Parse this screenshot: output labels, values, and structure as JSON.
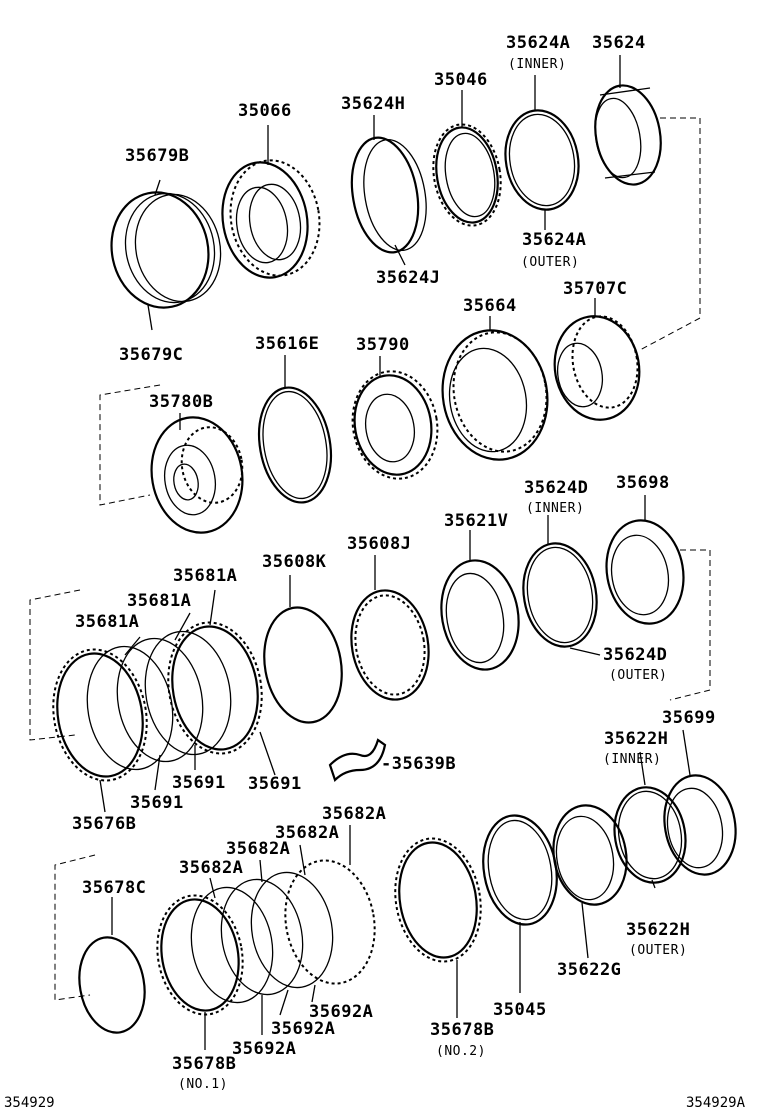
{
  "labels": {
    "p35624A_top": "35624A",
    "p35624A_inner": "(INNER)",
    "p35624": "35624",
    "p35046": "35046",
    "p35066": "35066",
    "p35624H": "35624H",
    "p35679B": "35679B",
    "p35624A_outer": "35624A",
    "p35624A_outer_sub": "(OUTER)",
    "p35624J": "35624J",
    "p35664": "35664",
    "p35707C": "35707C",
    "p35679C": "35679C",
    "p35616E": "35616E",
    "p35790": "35790",
    "p35780B": "35780B",
    "p35624D_top": "35624D",
    "p35624D_inner": "(INNER)",
    "p35698": "35698",
    "p35621V": "35621V",
    "p35608J": "35608J",
    "p35608K": "35608K",
    "p35681A_1": "35681A",
    "p35681A_2": "35681A",
    "p35681A_3": "35681A",
    "p35624D_outer": "35624D",
    "p35624D_outer_sub": "(OUTER)",
    "p35699": "35699",
    "p35622H_top": "35622H",
    "p35622H_inner": "(INNER)",
    "p35691_1": "35691",
    "p35691_2": "35691",
    "p35691_3": "35691",
    "p35639B": "-35639B",
    "p35676B": "35676B",
    "p35682A_1": "35682A",
    "p35682A_2": "35682A",
    "p35682A_3": "35682A",
    "p35682A_4": "35682A",
    "p35678C": "35678C",
    "p35622H_outer": "35622H",
    "p35622H_outer_sub": "(OUTER)",
    "p35622G": "35622G",
    "p35045": "35045",
    "p35692A_1": "35692A",
    "p35692A_2": "35692A",
    "p35692A_3": "35692A",
    "p35678B_no2": "35678B",
    "p35678B_no2_sub": "(NO.2)",
    "p35678B_no1": "35678B",
    "p35678B_no1_sub": "(NO.1)"
  },
  "footer": {
    "left_id": "354929",
    "right_id": "354929A"
  }
}
